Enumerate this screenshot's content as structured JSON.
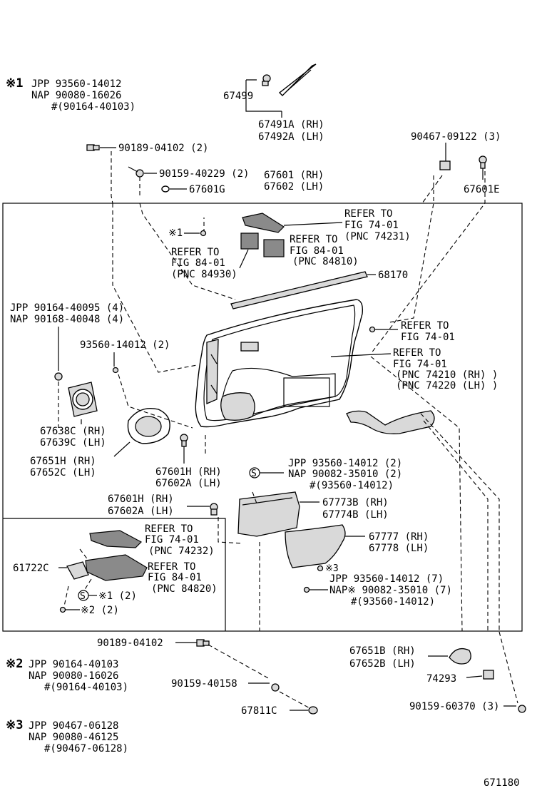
{
  "notes": {
    "n1": {
      "mark": "※1",
      "lines": [
        "JPP   93560-14012",
        "NAP   90080-16026",
        "#(90164-40103)"
      ]
    },
    "n2": {
      "mark": "※2",
      "lines": [
        "JPP   90164-40103",
        "NAP   90080-16026",
        "#(90164-40103)"
      ]
    },
    "n3": {
      "mark": "※3",
      "lines": [
        "JPP   90467-06128",
        "NAP   90080-46125",
        "#(90467-06128)"
      ]
    }
  },
  "labels": {
    "p67499": "67499",
    "p67491a": "67491A (RH)",
    "p67492a": "67492A (LH)",
    "p90189_2": "90189-04102 (2)",
    "p90159_2": "90159-40229 (2)",
    "p67601g": "67601G",
    "p67601rh": "67601 (RH)",
    "p67602lh": "67602 (LH)",
    "p90467_3": "90467-09122 (3)",
    "p67601e": "67601E",
    "ref74231": [
      "REFER TO",
      "FIG 74-01",
      "(PNC 74231)"
    ],
    "mark1": "※1",
    "ref84810": [
      "REFER TO",
      "FIG 84-01",
      "(PNC 84810)"
    ],
    "ref84930": [
      "REFER TO",
      "FIG 84-01",
      "(PNC 84930)"
    ],
    "p68170": "68170",
    "jpp_nap_4": [
      "JPP 90164-40095 (4)",
      "NAP 90168-40048 (4)"
    ],
    "ref7401": [
      "REFER TO",
      "FIG 74-01"
    ],
    "p93560_2": "93560-14012 (2)",
    "ref74210": [
      "REFER TO",
      "FIG 74-01",
      "(PNC 74210 (RH) )",
      "(PNC 74220 (LH) )"
    ],
    "p67638c": "67638C (RH)",
    "p67639c": "67639C (LH)",
    "p67651h": "67651H (RH)",
    "p67652c": "67652C (LH)",
    "p67601h_a": "67601H (RH)",
    "p67602a_a": "67602A (LH)",
    "s_mark": "S",
    "s_lines": [
      "JPP    93560-14012 (2)",
      "NAP    90082-35010 (2)",
      "#(93560-14012)"
    ],
    "p67601h_b": "67601H (RH)",
    "p67602a_b": "67602A (LH)",
    "p67773b": "67773B (RH)",
    "p67774b": "67774B (LH)",
    "ref74232": [
      "REFER TO",
      "FIG 74-01",
      "(PNC 74232)"
    ],
    "p61722c": "61722C",
    "ref84820": [
      "REFER TO",
      "FIG 84-01",
      "(PNC 84820)"
    ],
    "s1_2": "※1 (2)",
    "s2_2": "※2 (2)",
    "p67777": "67777 (RH)",
    "p67778": "67778 (LH)",
    "mark3": "※3",
    "jpp_nap_7": [
      "JPP   93560-14012 (7)",
      "NAP※ 90082-35010 (7)",
      "#(93560-14012)"
    ],
    "p90189_b": "90189-04102",
    "p67651b": "67651B (RH)",
    "p67652b": "67652B (LH)",
    "p74293": "74293",
    "p90159_40158": "90159-40158",
    "p90159_60370": "90159-60370 (3)",
    "p67811c": "67811C",
    "figno": "671180"
  }
}
